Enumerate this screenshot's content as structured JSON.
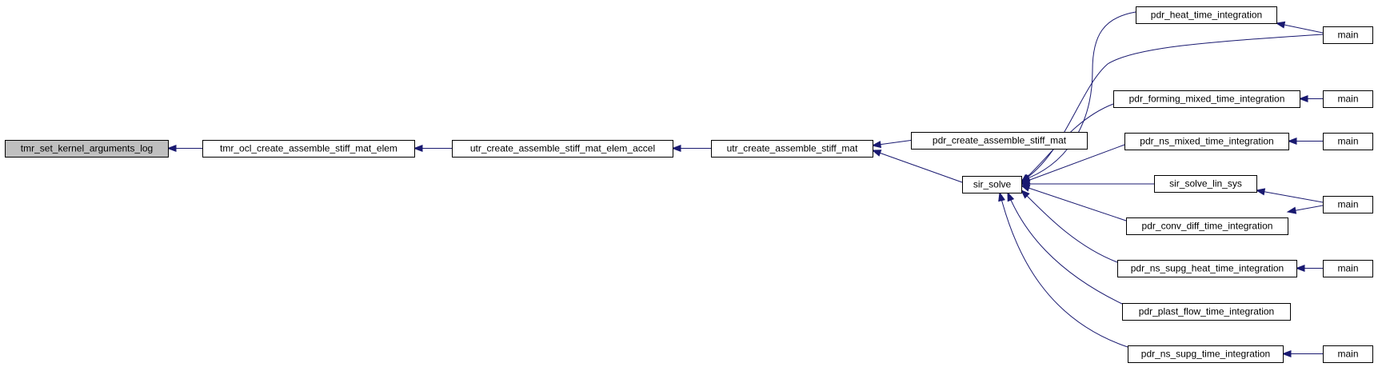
{
  "colors": {
    "edge": "#191970",
    "node_border": "#000000",
    "node_fill": "#ffffff",
    "root_fill": "#bfbfbf"
  },
  "graph": {
    "nodes": [
      {
        "id": "n0",
        "label": "tmr_set_kernel_arguments_log",
        "root": true
      },
      {
        "id": "n1",
        "label": "tmr_ocl_create_assemble_stiff_mat_elem"
      },
      {
        "id": "n2",
        "label": "utr_create_assemble_stiff_mat_elem_accel"
      },
      {
        "id": "n3",
        "label": "utr_create_assemble_stiff_mat"
      },
      {
        "id": "n4",
        "label": "pdr_create_assemble_stiff_mat"
      },
      {
        "id": "n5",
        "label": "sir_solve"
      },
      {
        "id": "n6",
        "label": "pdr_heat_time_integration"
      },
      {
        "id": "n7",
        "label": "main"
      },
      {
        "id": "n8",
        "label": "pdr_forming_mixed_time_integration"
      },
      {
        "id": "n9",
        "label": "main"
      },
      {
        "id": "n10",
        "label": "pdr_ns_mixed_time_integration"
      },
      {
        "id": "n11",
        "label": "main"
      },
      {
        "id": "n12",
        "label": "sir_solve_lin_sys"
      },
      {
        "id": "n13",
        "label": "main"
      },
      {
        "id": "n14",
        "label": "pdr_conv_diff_time_integration"
      },
      {
        "id": "n15",
        "label": "pdr_ns_supg_heat_time_integration"
      },
      {
        "id": "n16",
        "label": "main"
      },
      {
        "id": "n17",
        "label": "pdr_plast_flow_time_integration"
      },
      {
        "id": "n18",
        "label": "pdr_ns_supg_time_integration"
      },
      {
        "id": "n19",
        "label": "main"
      }
    ],
    "edges": [
      {
        "from": "n1",
        "to": "n0"
      },
      {
        "from": "n2",
        "to": "n1"
      },
      {
        "from": "n3",
        "to": "n2"
      },
      {
        "from": "n4",
        "to": "n3"
      },
      {
        "from": "n5",
        "to": "n3"
      },
      {
        "from": "n6",
        "to": "n5"
      },
      {
        "from": "n7",
        "to": "n5"
      },
      {
        "from": "n8",
        "to": "n5"
      },
      {
        "from": "n10",
        "to": "n5"
      },
      {
        "from": "n12",
        "to": "n5"
      },
      {
        "from": "n14",
        "to": "n5"
      },
      {
        "from": "n15",
        "to": "n5"
      },
      {
        "from": "n17",
        "to": "n5"
      },
      {
        "from": "n18",
        "to": "n5"
      },
      {
        "from": "n7",
        "to": "n6"
      },
      {
        "from": "n9",
        "to": "n8"
      },
      {
        "from": "n11",
        "to": "n10"
      },
      {
        "from": "n13",
        "to": "n12"
      },
      {
        "from": "n13",
        "to": "n14"
      },
      {
        "from": "n16",
        "to": "n15"
      },
      {
        "from": "n19",
        "to": "n18"
      }
    ]
  }
}
